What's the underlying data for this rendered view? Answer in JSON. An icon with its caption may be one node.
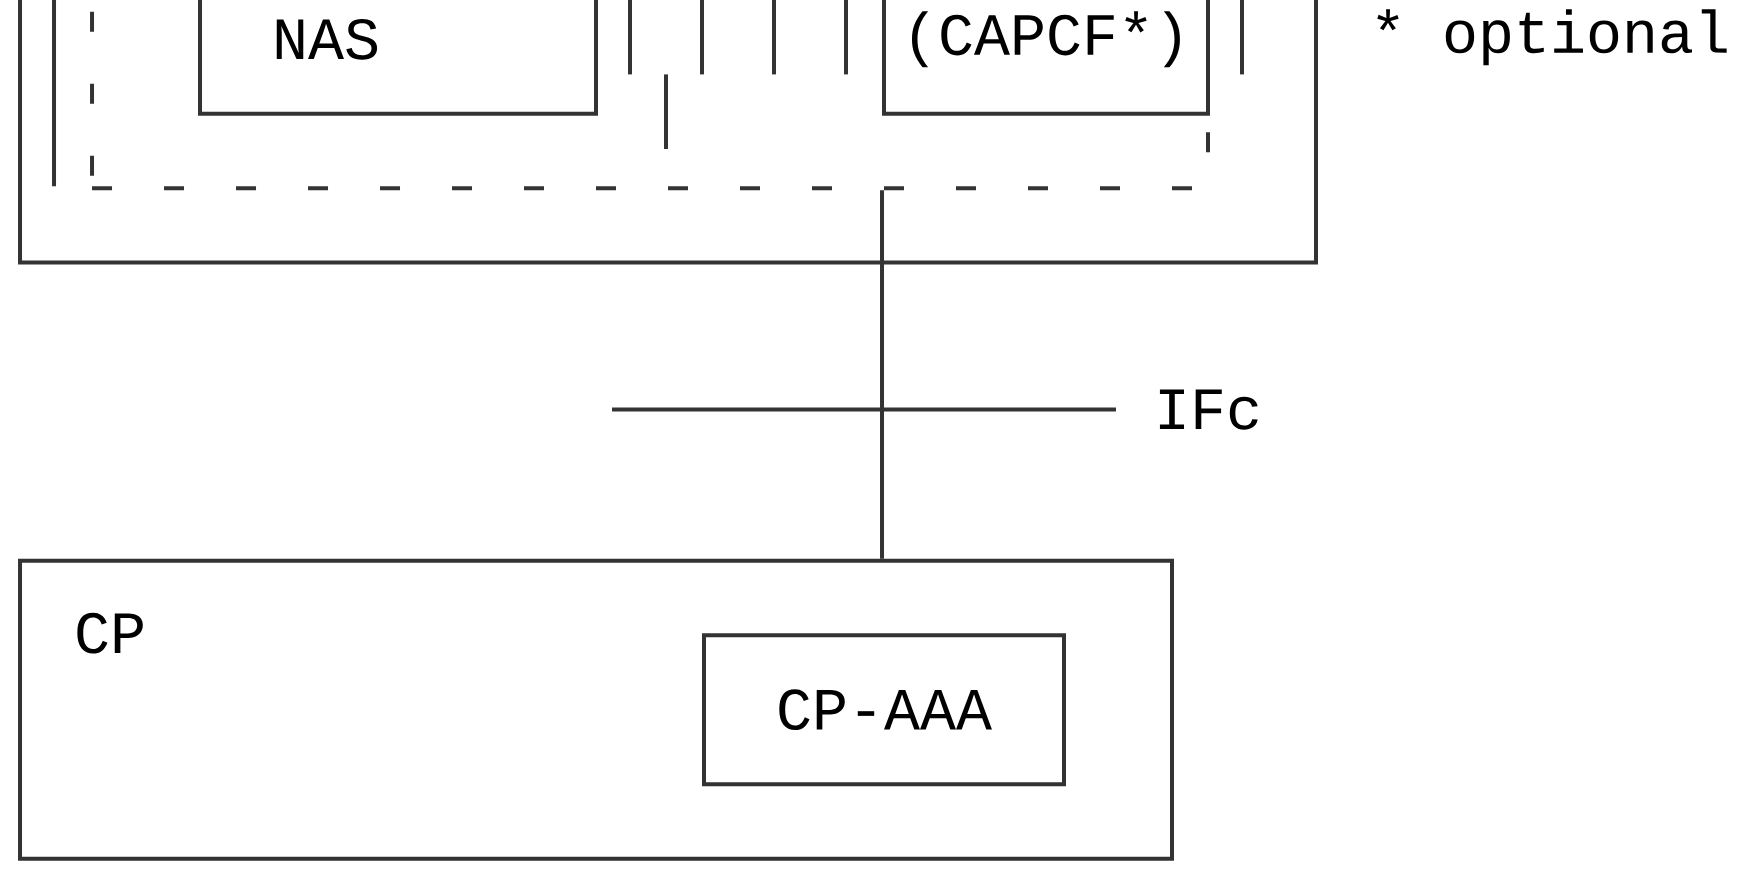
{
  "diagram": {
    "nodes": [
      {
        "text": [],
        "shape": "box"
      },
      {
        "text": [],
        "shape": "box",
        "in": 0
      },
      {
        "text": [
          "NAS"
        ],
        "in": 1
      },
      {
        "text": [
          "(CAPCF*)"
        ],
        "in": 1
      },
      {
        "text": [
          "CP"
        ]
      },
      {
        "text": [
          "CP-AAA"
        ],
        "in": 4
      }
    ],
    "edges": [
      {
        "from": 1,
        "to": 4,
        "arrow": "none",
        "label": "IFc"
      }
    ],
    "labels": [
      "* optional"
    ]
  }
}
